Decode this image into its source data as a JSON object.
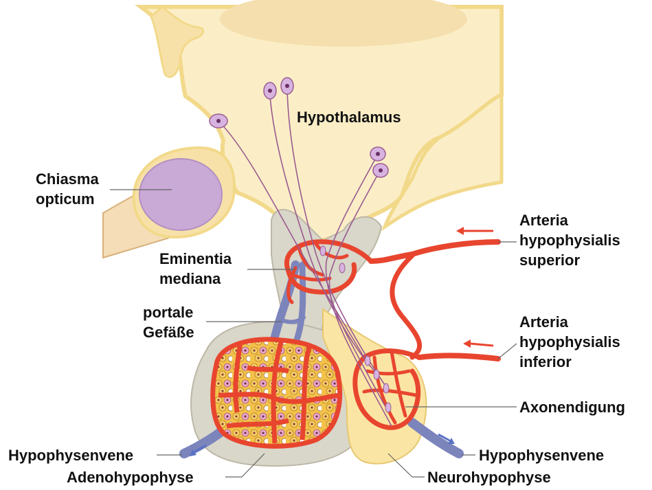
{
  "labels": {
    "hypothalamus": "Hypothalamus",
    "chiasma_line1": "Chiasma",
    "chiasma_line2": "opticum",
    "eminentia_line1": "Eminentia",
    "eminentia_line2": "mediana",
    "portale_line1": "portale",
    "portale_line2": "Gefäße",
    "art_sup_line1": "Arteria",
    "art_sup_line2": "hypophysialis",
    "art_sup_line3": "superior",
    "art_inf_line1": "Arteria",
    "art_inf_line2": "hypophysialis",
    "art_inf_line3": "inferior",
    "axonendigung": "Axonendigung",
    "vene_left": "Hypophysenvene",
    "vene_right": "Hypophysenvene",
    "adenohypophyse": "Adenohypophyse",
    "neurohypophyse": "Neurohypophyse"
  },
  "colors": {
    "tissue": "#fbeec7",
    "tissue_edge": "#f2d98a",
    "thalamus_lobe": "#f5dfae",
    "chiasma": "#c9a9d6",
    "pituitary_gray": "#d9d6ca",
    "neuro_yellow": "#fbe5a4",
    "artery": "#e8452f",
    "vein": "#7c84bc",
    "neuron": "#d7b3e0",
    "axon": "#9a5a8f",
    "cell_yellow": "#f3c24a",
    "cell_pink": "#e7a2c4",
    "leader": "#666666"
  }
}
